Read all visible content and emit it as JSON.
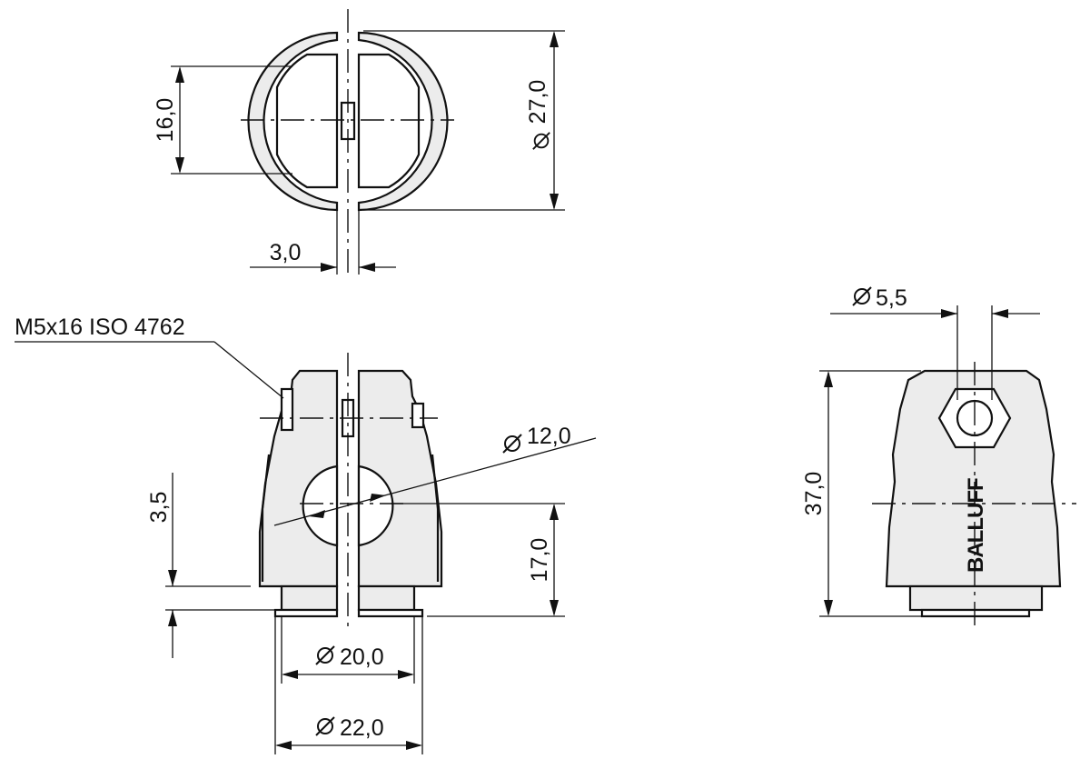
{
  "dimensions": {
    "d27": "27,0",
    "h16": "16,0",
    "w3": "3,0",
    "d12": "12,0",
    "h17": "17,0",
    "h3_5": "3,5",
    "d20": "20,0",
    "d22": "22,0",
    "d5_5": "5,5",
    "h37": "37,0"
  },
  "callouts": {
    "screw": "M5x16 ISO 4762"
  },
  "branding": {
    "logo_text": "BALLUFF"
  },
  "symbols": {
    "diameter_icon": "diameter-symbol"
  }
}
